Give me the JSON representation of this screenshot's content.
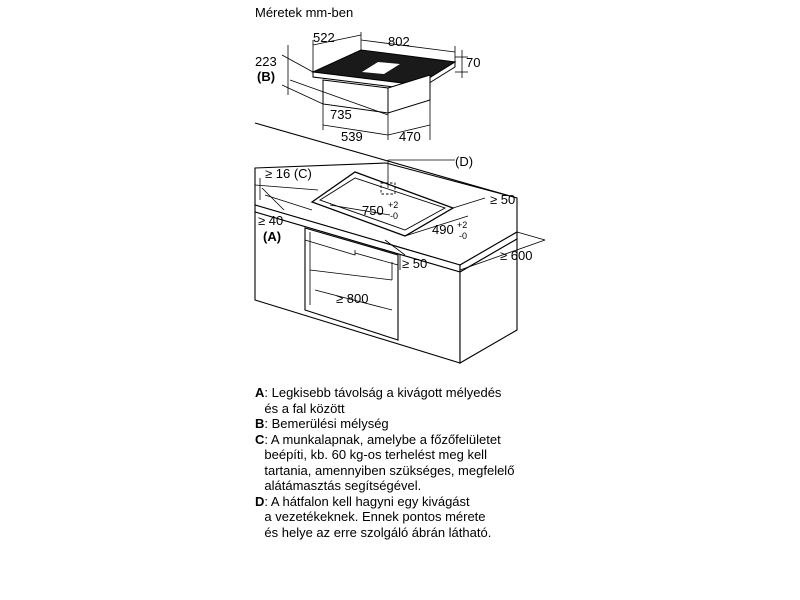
{
  "title": "Méretek mm-ben",
  "dimensions": {
    "d522": "522",
    "d802": "802",
    "d70": "70",
    "d223": "223",
    "lblB": "(B)",
    "d735": "735",
    "d539": "539",
    "d470": "470",
    "lblD": "(D)",
    "d16": "≥ 16 (C)",
    "d50a": "≥ 50",
    "d750": "750",
    "d750sup_plus": "+2",
    "d750sup_minus": "-0",
    "d40": "≥ 40",
    "lblA": "(A)",
    "d490": "490",
    "d490sup_plus": "+2",
    "d490sup_minus": "-0",
    "d600": "≥ 600",
    "d50b": "≥ 50",
    "d800": "≥ 800"
  },
  "legend": [
    {
      "key": "A",
      "text": ": Legkisebb távolság a kivágott mélyedés\nés a fal között"
    },
    {
      "key": "B",
      "text": ": Bemerülési mélység"
    },
    {
      "key": "C",
      "text": ": A munkalapnak, amelybe a főzőfelületet\nbeépíti, kb. 60 kg-os terhelést meg kell\ntartania, amennyiben szükséges, megfelelő\nalátámasztás segítségével."
    },
    {
      "key": "D",
      "text": ": A hátfalon kell hagyni egy kivágást\na vezetékeknek. Ennek pontos mérete\nés helye az erre szolgáló ábrán látható."
    }
  ]
}
